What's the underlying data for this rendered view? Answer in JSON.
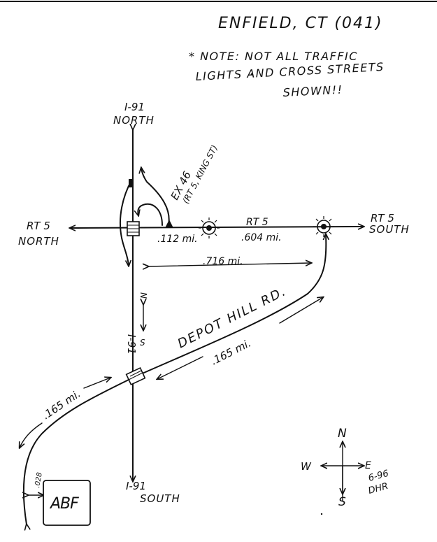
{
  "title": "ENFIELD, CT (041)",
  "note": [
    "* NOTE: NOT ALL TRAFFIC",
    "LIGHTS AND CROSS STREETS",
    "SHOWN!!"
  ],
  "highways": {
    "i91_north": [
      "I-91",
      "NORTH"
    ],
    "i91_south": [
      "I-91",
      "SOUTH"
    ],
    "i91_label": "I-91",
    "ns_n": "N",
    "ns_s": "S"
  },
  "routes": {
    "rt5_north": [
      "RT 5",
      "NORTH"
    ],
    "rt5_south": [
      "RT 5",
      "SOUTH"
    ],
    "rt5_mid": "RT 5"
  },
  "exit": {
    "line1": "EX 46",
    "line2": "(RT 5, KING ST)"
  },
  "street": "DEPOT HILL RD.",
  "distances": {
    "d1": ".112 mi.",
    "d2": ".604 mi.",
    "d3": ".716 mi.",
    "d4": ".165 mi.",
    "d5": ".165 mi.",
    "d6": ".028"
  },
  "destination": "ABF",
  "compass": {
    "n": "N",
    "s": "S",
    "e": "E",
    "w": "W"
  },
  "signature": [
    "6-96",
    "DHR"
  ]
}
